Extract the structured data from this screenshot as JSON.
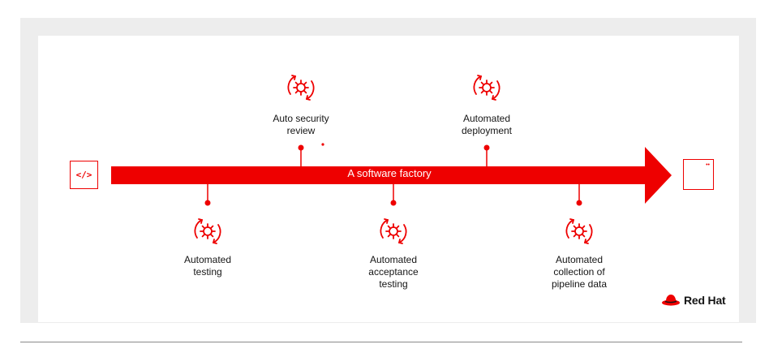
{
  "diagram": {
    "bar_label": "A software factory",
    "start_icon": "code-icon",
    "start_symbol": "</>",
    "end_icon": "window-icon",
    "end_symbol": "••",
    "accent_color": "#ee0000",
    "steps": [
      {
        "label": "Auto security\nreview",
        "icon": "gear-cycle-icon",
        "position": "above"
      },
      {
        "label": "Automated\ndeployment",
        "icon": "gear-cycle-icon",
        "position": "above"
      },
      {
        "label": "Automated\ntesting",
        "icon": "gear-cycle-icon",
        "position": "below"
      },
      {
        "label": "Automated\nacceptance\ntesting",
        "icon": "gear-cycle-icon",
        "position": "below"
      },
      {
        "label": "Automated\ncollection of\npipeline data",
        "icon": "gear-cycle-icon",
        "position": "below"
      }
    ]
  },
  "brand": {
    "logo_text": "Red Hat",
    "logo_icon": "red-hat-logo-icon"
  }
}
